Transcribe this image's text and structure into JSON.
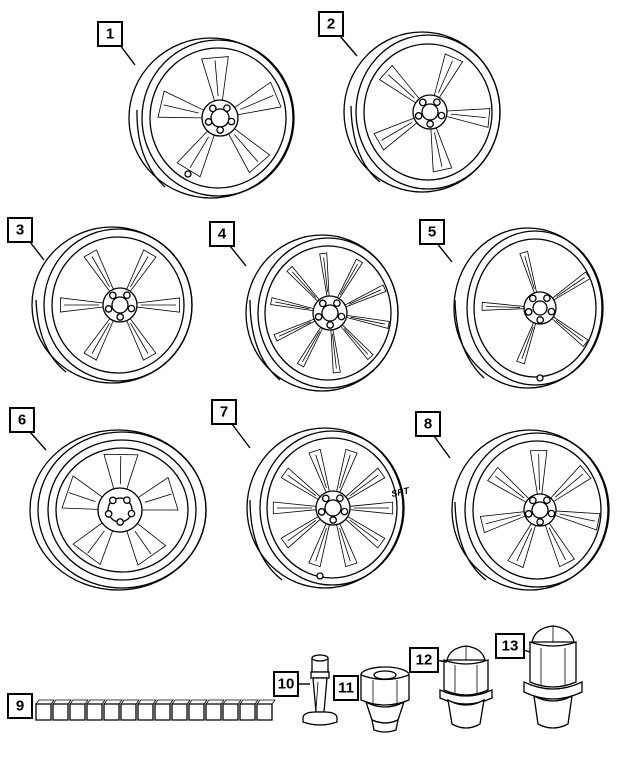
{
  "callouts": {
    "c1": "1",
    "c2": "2",
    "c3": "3",
    "c4": "4",
    "c5": "5",
    "c6": "6",
    "c7": "7",
    "c8": "8",
    "c9": "9",
    "c10": "10",
    "c11": "11",
    "c12": "12",
    "c13": "13"
  },
  "wheel_badge_text": "SRT"
}
